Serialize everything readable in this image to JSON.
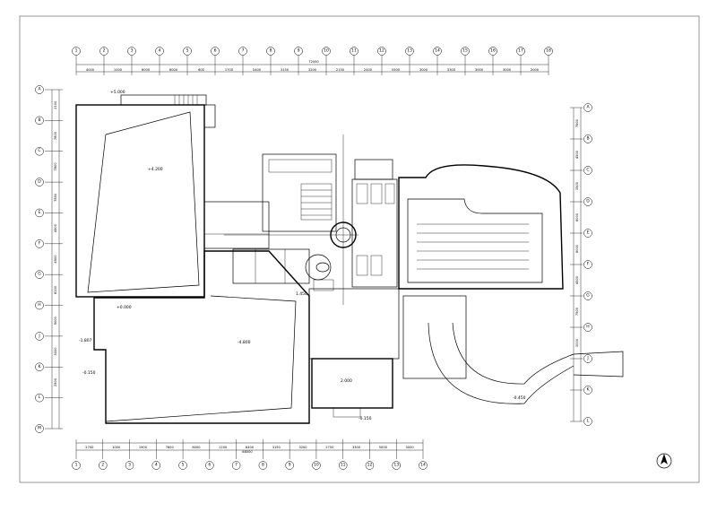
{
  "drawing": {
    "top_axes": [
      {
        "label": "1"
      },
      {
        "label": "2"
      },
      {
        "label": "3"
      },
      {
        "label": "4"
      },
      {
        "label": "5"
      },
      {
        "label": "6"
      },
      {
        "label": "7"
      },
      {
        "label": "8"
      },
      {
        "label": "9"
      },
      {
        "label": "10"
      },
      {
        "label": "11"
      },
      {
        "label": "12"
      },
      {
        "label": "13"
      },
      {
        "label": "14"
      },
      {
        "label": "15"
      },
      {
        "label": "16"
      },
      {
        "label": "17"
      },
      {
        "label": "18"
      }
    ],
    "top_dims": [
      "4000",
      "1000",
      "6000",
      "8000",
      "600",
      "1700",
      "5400",
      "3150",
      "3200",
      "2150",
      "2400",
      "5500",
      "3000",
      "3300",
      "3000",
      "3000",
      "2000"
    ],
    "top_total": "72000",
    "bottom_axes": [
      {
        "label": "1"
      },
      {
        "label": "2"
      },
      {
        "label": "3"
      },
      {
        "label": "4"
      },
      {
        "label": "5"
      },
      {
        "label": "6"
      },
      {
        "label": "7"
      },
      {
        "label": "8"
      },
      {
        "label": "9"
      },
      {
        "label": "10"
      },
      {
        "label": "11"
      },
      {
        "label": "12"
      },
      {
        "label": "13"
      },
      {
        "label": "14"
      }
    ],
    "bottom_dims": [
      "2700",
      "1000",
      "1900",
      "7800",
      "8000",
      "1200",
      "6400",
      "3150",
      "3200",
      "2750",
      "3300",
      "5000",
      "3000"
    ],
    "bottom_total": "68000",
    "left_axes": [
      {
        "label": "A"
      },
      {
        "label": "B"
      },
      {
        "label": "C"
      },
      {
        "label": "D"
      },
      {
        "label": "E"
      },
      {
        "label": "F"
      },
      {
        "label": "G"
      },
      {
        "label": "H"
      },
      {
        "label": "J"
      },
      {
        "label": "K"
      },
      {
        "label": "L"
      },
      {
        "label": "M"
      }
    ],
    "left_dims": [
      "2100",
      "7800",
      "7800",
      "7800",
      "4500",
      "4500",
      "8100",
      "5000",
      "3000",
      "2500"
    ],
    "right_axes": [
      {
        "label": "A"
      },
      {
        "label": "B"
      },
      {
        "label": "C"
      },
      {
        "label": "D"
      },
      {
        "label": "E"
      },
      {
        "label": "F"
      },
      {
        "label": "G"
      },
      {
        "label": "H"
      },
      {
        "label": "J"
      },
      {
        "label": "K"
      },
      {
        "label": "L"
      }
    ],
    "right_dims": [
      "7800",
      "4500",
      "3500",
      "6000",
      "6000",
      "4500",
      "7500",
      "3000"
    ],
    "levels": {
      "upper_hall": "+4.200",
      "stair_top": "+5.000",
      "left_lower": "-4.800",
      "left_low2": "-1.807",
      "left_low3": "-0.150",
      "lower_hall": "+0.000",
      "entry": "-0.150",
      "court": "2.000",
      "curve": "-0.450",
      "stair_hole": "1.450"
    }
  }
}
